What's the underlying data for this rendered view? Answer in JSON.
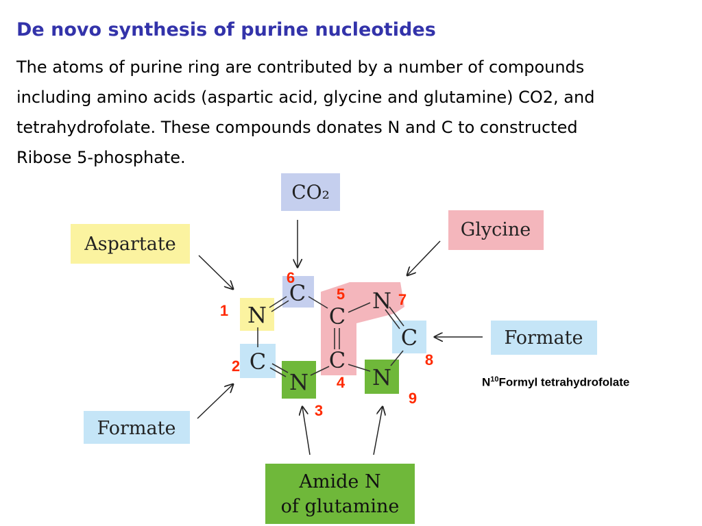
{
  "slide": {
    "title": "De novo synthesis of purine nucleotides",
    "paragraph_lines": [
      "The atoms of purine ring are contributed by a number of compounds",
      "including amino acids (aspartic acid, glycine and glutamine) CO2, and",
      "tetrahydrofolate. These compounds donates N and C to constructed",
      "Ribose 5-phosphate."
    ]
  },
  "diagram": {
    "sources": {
      "co2": "CO₂",
      "aspartate": "Aspartate",
      "glycine": "Glycine",
      "formate_right": "Formate",
      "formate_left": "Formate",
      "glutamine_line1": "Amide N",
      "glutamine_line2": "of glutamine"
    },
    "atoms": {
      "n1": "N",
      "c2": "C",
      "n3": "N",
      "c4": "C",
      "c5": "C",
      "c6": "C",
      "n7": "N",
      "c8": "C",
      "n9": "N"
    },
    "positions": {
      "p1": "1",
      "p2": "2",
      "p3": "3",
      "p4": "4",
      "p5": "5",
      "p6": "6",
      "p7": "7",
      "p8": "8",
      "p9": "9"
    },
    "n10_prefix": "N",
    "n10_superscript": "10",
    "n10_suffix": "Formyl tetrahydrofolate"
  },
  "colors": {
    "title": "#3333aa",
    "co2_box": "#c5cfee",
    "aspartate_box": "#fbf3a0",
    "glycine_box": "#f4b6bc",
    "formate_box": "#c5e5f7",
    "glutamine_box": "#6fb83a",
    "position_numbers": "#ff2a00"
  }
}
